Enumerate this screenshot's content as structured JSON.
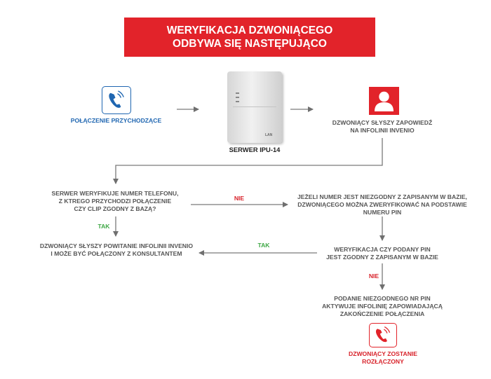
{
  "title": {
    "line1": "WERYFIKACJA DZWONIĄCEGO",
    "line2": "ODBYWA SIĘ NASTĘPUJĄCO"
  },
  "nodes": {
    "incoming": "POŁĄCZENIE PRZYCHODZĄCE",
    "server": "SERWER IPU-14",
    "server_brand": "LAN",
    "announce": {
      "line1": "DZWONIĄCY SŁYSZY ZAPOWIEDŹ",
      "line2": "NA INFOLINII INVENIO"
    },
    "verify_number": {
      "line1": "SERWER  WERYFIKUJE NUMER TELEFONU,",
      "line2": "Z KTREGO PRZYCHODZI POŁĄCZENIE",
      "line3": "CZY CLIP ZGODNY Z BAZĄ?"
    },
    "pin_prompt": {
      "line1": "JEŻELI NUMER JEST NIEZGODNY Z ZAPISANYM W BAZIE,",
      "line2": "DZWONIĄCEGO MOŻNA ZWERYFIKOWAĆ NA PODSTAWIE",
      "line3": "NUMERU PIN"
    },
    "welcome": {
      "line1": "DZWONIĄCY SŁYSZY POWITANIE INFOLINII INVENIO",
      "line2": "I MOŻE BYĆ POŁĄCZONY Z KONSULTANTEM"
    },
    "verify_pin": {
      "line1": "WERYFIKACJA CZY PODANY PIN",
      "line2": "JEST ZGODNY Z ZAPISANYM W BAZIE"
    },
    "wrong_pin": {
      "line1": "PODANIE NIEZGODNEGO NR PIN",
      "line2": "AKTYWUJE INFOLINIĘ ZAPOWIADAJĄCĄ",
      "line3": "ZAKOŃCZENIE POŁĄCZENIA"
    },
    "disconnected": {
      "line1": "DZWONIĄCY ZOSTANIE",
      "line2": "ROZŁĄCZONY"
    }
  },
  "edges": {
    "no_1": "NIE",
    "yes_1": "TAK",
    "yes_2": "TAK",
    "no_2": "NIE"
  },
  "colors": {
    "title_bg": "#e2232a",
    "blue": "#1f66b1",
    "red": "#d8222a",
    "green": "#3ea845",
    "arrow": "#7a7a7a"
  },
  "icons": {
    "incoming": "phone-ringing-icon",
    "person": "person-icon",
    "disconnect": "phone-ringing-icon"
  }
}
